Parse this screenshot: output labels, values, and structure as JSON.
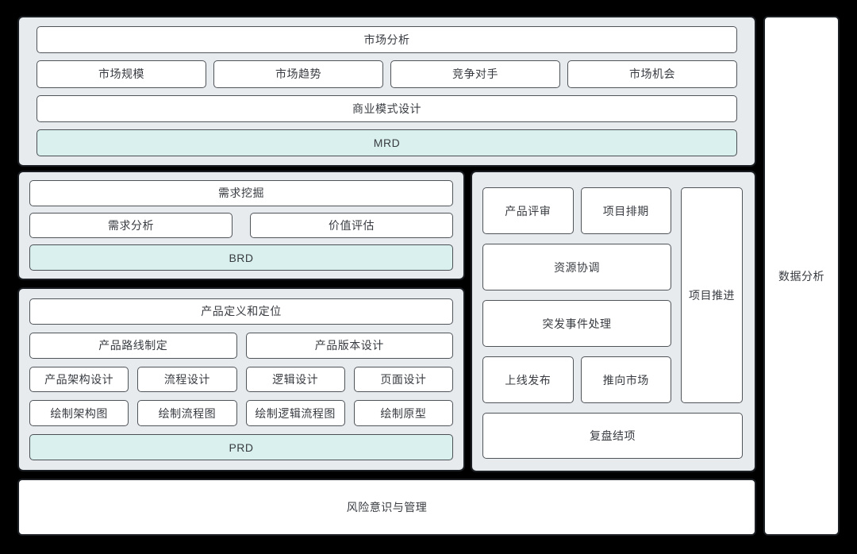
{
  "colors": {
    "canvas_bg": "#000000",
    "section_bg": "#e8ebed",
    "section_border": "#1a1d22",
    "box_bg": "#ffffff",
    "box_border": "#4f545a",
    "highlight_bg": "#d9f0ee",
    "text": "#383c42"
  },
  "market_section": {
    "title": "市场分析",
    "sub_items": [
      "市场规模",
      "市场趋势",
      "竞争对手",
      "市场机会"
    ],
    "business_model": "商业模式设计",
    "deliverable": "MRD"
  },
  "demand_section": {
    "title": "需求挖掘",
    "analysis": "需求分析",
    "value": "价值评估",
    "deliverable": "BRD"
  },
  "product_section": {
    "title": "产品定义和定位",
    "roadmap": "产品路线制定",
    "version": "产品版本设计",
    "design_items": [
      "产品架构设计",
      "流程设计",
      "逻辑设计",
      "页面设计"
    ],
    "draw_items": [
      "绘制架构图",
      "绘制流程图",
      "绘制逻辑流程图",
      "绘制原型"
    ],
    "deliverable": "PRD"
  },
  "project_section": {
    "review": "产品评审",
    "schedule": "项目排期",
    "resource": "资源协调",
    "incident": "突发事件处理",
    "launch": "上线发布",
    "push": "推向市场",
    "progress": "项目推进",
    "retrospective": "复盘结项"
  },
  "risk_bar": {
    "label": "风险意识与管理"
  },
  "data_bar": {
    "label": "数据分析"
  }
}
